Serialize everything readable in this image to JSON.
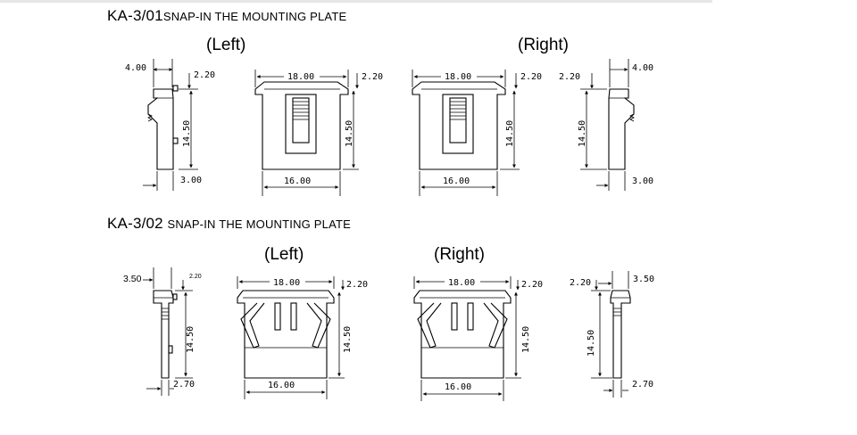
{
  "section1": {
    "title_model": "KA-3/01",
    "title_desc": "SNAP-IN THE MOUNTING PLATE",
    "left_label": "(Left)",
    "right_label": "(Right)",
    "dims": {
      "side_width": "4.00",
      "lip": "2.20",
      "height": "14.50",
      "bottom": "3.00",
      "top_width": "18.00",
      "body_width": "16.00"
    }
  },
  "section2": {
    "title_model": "KA-3/02",
    "title_desc": "SNAP-IN THE MOUNTING PLATE",
    "left_label": "(Left)",
    "right_label": "(Right)",
    "dims": {
      "side_width": "3.50",
      "lip": "2.20",
      "height": "14.50",
      "bottom": "2.70",
      "top_width": "18.00",
      "body_width": "16.00"
    }
  }
}
